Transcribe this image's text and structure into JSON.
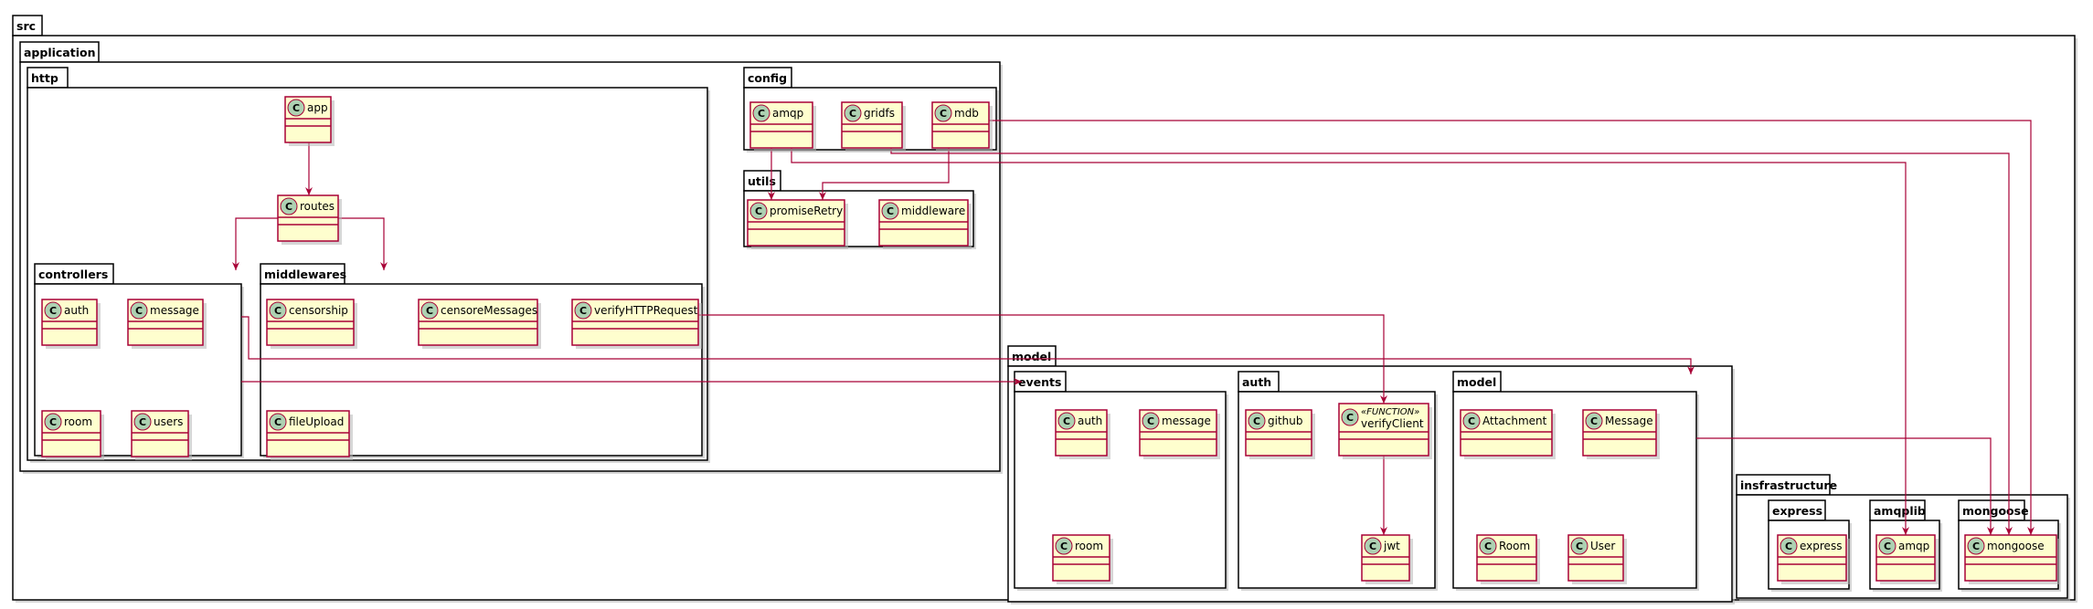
{
  "packages": {
    "src": "src",
    "application": "application",
    "http": "http",
    "controllers": "controllers",
    "middlewares": "middlewares",
    "config": "config",
    "utils": "utils",
    "model_outer": "model",
    "events": "events",
    "auth_pkg": "auth",
    "model_inner": "model",
    "insfrastructure": "insfrastructure",
    "express_pkg": "express",
    "amqplib": "amqplib",
    "mongoose_pkg": "mongoose"
  },
  "classes": {
    "app": "app",
    "routes": "routes",
    "ctrl_auth": "auth",
    "ctrl_message": "message",
    "ctrl_room": "room",
    "ctrl_users": "users",
    "mw_censorship": "censorship",
    "mw_censoreMessages": "censoreMessages",
    "mw_verifyHTTPRequest": "verifyHTTPRequest",
    "mw_fileUpload": "fileUpload",
    "cfg_amqp": "amqp",
    "cfg_gridfs": "gridfs",
    "cfg_mdb": "mdb",
    "util_promiseRetry": "promiseRetry",
    "util_middleware": "middleware",
    "ev_auth": "auth",
    "ev_message": "message",
    "ev_room": "room",
    "auth_github": "github",
    "auth_verifyClient": "verifyClient",
    "auth_verifyClient_stereotype": "«FUNCTION»",
    "auth_jwt": "jwt",
    "model_Attachment": "Attachment",
    "model_Message": "Message",
    "model_Room": "Room",
    "model_User": "User",
    "infra_express": "express",
    "infra_amqp": "amqp",
    "infra_mongoose": "mongoose"
  },
  "class_icon_letter": "C",
  "colors": {
    "class_fill": "#FEFECE",
    "class_border": "#A80036",
    "class_icon": "#ADD1B2",
    "arrow": "#A80036"
  }
}
